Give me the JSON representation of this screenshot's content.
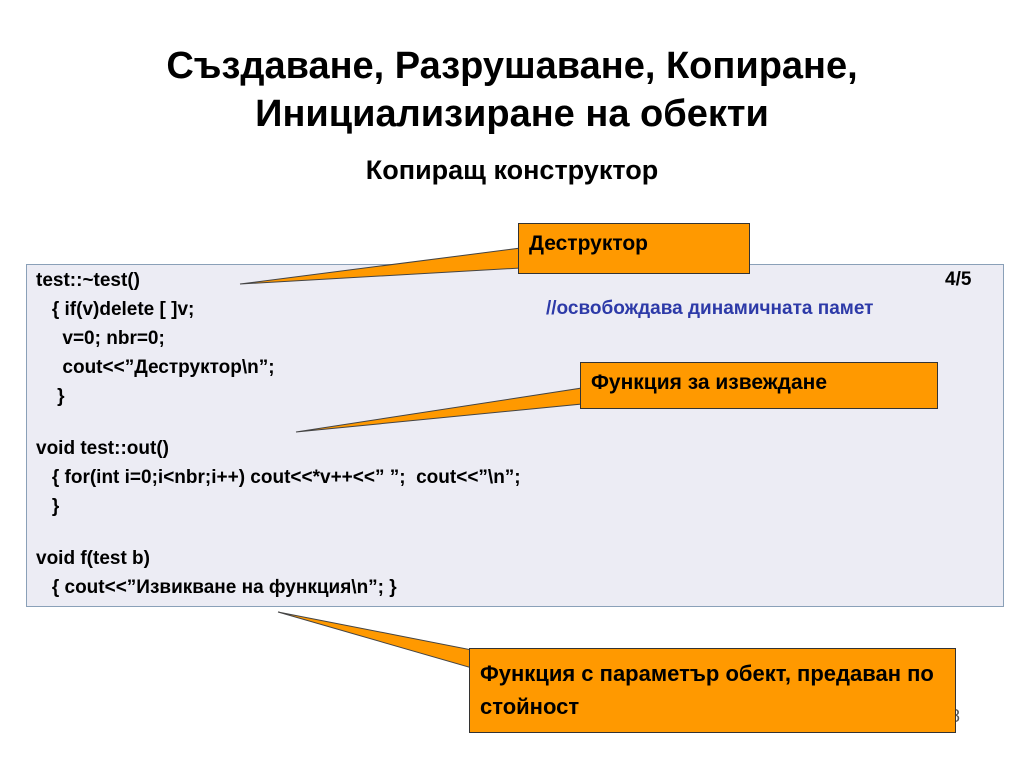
{
  "title": {
    "line1": "Създаване, Разрушаване, Копиране,",
    "line2": "Инициализиране на обекти"
  },
  "subtitle": "Копиращ конструктор",
  "code": {
    "page": "4/5",
    "comment": "//освобождава динамичната памет",
    "lines": [
      "test::~test()",
      "   { if(v)delete [ ]v;",
      "     v=0; nbr=0;",
      "     cout<<”Деструктор\\n”;",
      "    }",
      "",
      "void test::out()",
      "   { for(int i=0;i<nbr;i++) cout<<*v++<<” ”;  cout<<”\\n”;",
      "   }",
      "",
      "void f(test b)",
      "   { cout<<”Извикване на функция\\n”; }"
    ]
  },
  "callouts": {
    "destructor": "Деструктор",
    "out": "Функция за извеждане",
    "param": "Функция с параметър обект, предаван по стойност"
  },
  "slide_number": "8",
  "colors": {
    "callout_fill": "#ff9900",
    "code_bg": "#ececf4",
    "comment": "#2d3aa8"
  }
}
